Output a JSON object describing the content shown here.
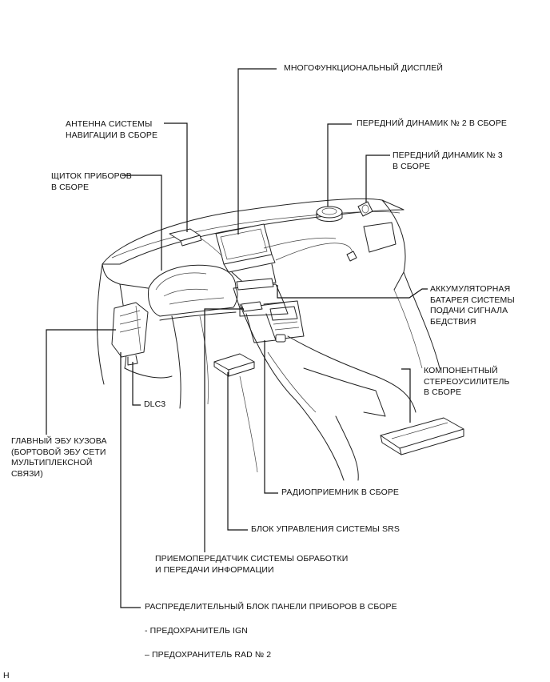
{
  "labels": {
    "multi_display": [
      "МНОГОФУНКЦИОНАЛЬНЫЙ ДИСПЛЕЙ"
    ],
    "nav_antenna": [
      "АНТЕННА СИСТЕМЫ",
      "НАВИГАЦИИ В СБОРЕ"
    ],
    "front_speaker_2": [
      "ПЕРЕДНИЙ ДИНАМИК № 2 В СБОРЕ"
    ],
    "front_speaker_3": [
      "ПЕРЕДНИЙ ДИНАМИК № 3",
      "В СБОРЕ"
    ],
    "combination_meter": [
      "ЩИТОК ПРИБОРОВ",
      "В СБОРЕ"
    ],
    "backup_battery": [
      "АККУМУЛЯТОРНАЯ",
      "БАТАРЕЯ СИСТЕМЫ",
      "ПОДАЧИ СИГНАЛА",
      "БЕДСТВИЯ"
    ],
    "stereo_amplifier": [
      "КОМПОНЕНТНЫЙ",
      "СТЕРЕОУСИЛИТЕЛЬ",
      "В СБОРЕ"
    ],
    "dlc3": [
      "DLC3"
    ],
    "main_body_ecu": [
      "ГЛАВНЫЙ ЭБУ КУЗОВА",
      "(БОРТОВОЙ ЭБУ СЕТИ",
      "МУЛЬТИПЛЕКСНОЙ",
      "СВЯЗИ)"
    ],
    "radio_receiver": [
      "РАДИОПРИЕМНИК В СБОРЕ"
    ],
    "srs_ecu": [
      "БЛОК УПРАВЛЕНИЯ СИСТЕМЫ SRS"
    ],
    "telematics_transceiver": [
      "ПРИЕМОПЕРЕДАТЧИК СИСТЕМЫ ОБРАБОТКИ",
      "И ПЕРЕДАЧИ ИНФОРМАЦИИ"
    ],
    "junction_block": [
      "РАСПРЕДЕЛИТЕЛЬНЫЙ БЛОК ПАНЕЛИ ПРИБОРОВ В СБОРЕ"
    ],
    "fuse_ign": [
      "- ПРЕДОХРАНИТЕЛЬ IGN"
    ],
    "fuse_rad": [
      "– ПРЕДОХРАНИТЕЛЬ RAD № 2"
    ],
    "corner_mark": [
      "H"
    ]
  }
}
